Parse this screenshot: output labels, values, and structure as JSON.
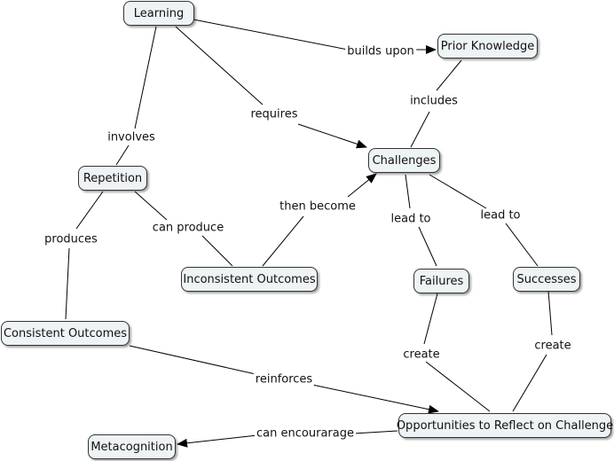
{
  "concepts": {
    "learning": "Learning",
    "prior_knowledge": "Prior Knowledge",
    "challenges": "Challenges",
    "repetition": "Repetition",
    "inconsistent_outcomes": "Inconsistent Outcomes",
    "consistent_outcomes": "Consistent Outcomes",
    "failures": "Failures",
    "successes": "Successes",
    "opportunities": "Opportunities to Reflect on Challenge",
    "metacognition": "Metacognition"
  },
  "links": {
    "builds_upon": "builds upon",
    "includes": "includes",
    "requires": "requires",
    "involves": "involves",
    "can_produce": "can produce",
    "then_become": "then become",
    "produces": "produces",
    "lead_to_failures": "lead to",
    "lead_to_successes": "lead to",
    "create_failures": "create",
    "create_successes": "create",
    "reinforces": "reinforces",
    "can_encourage": "can encourarage"
  },
  "colors": {
    "node_fill": "#eef3f5",
    "node_border": "#333333",
    "line": "#000000"
  }
}
